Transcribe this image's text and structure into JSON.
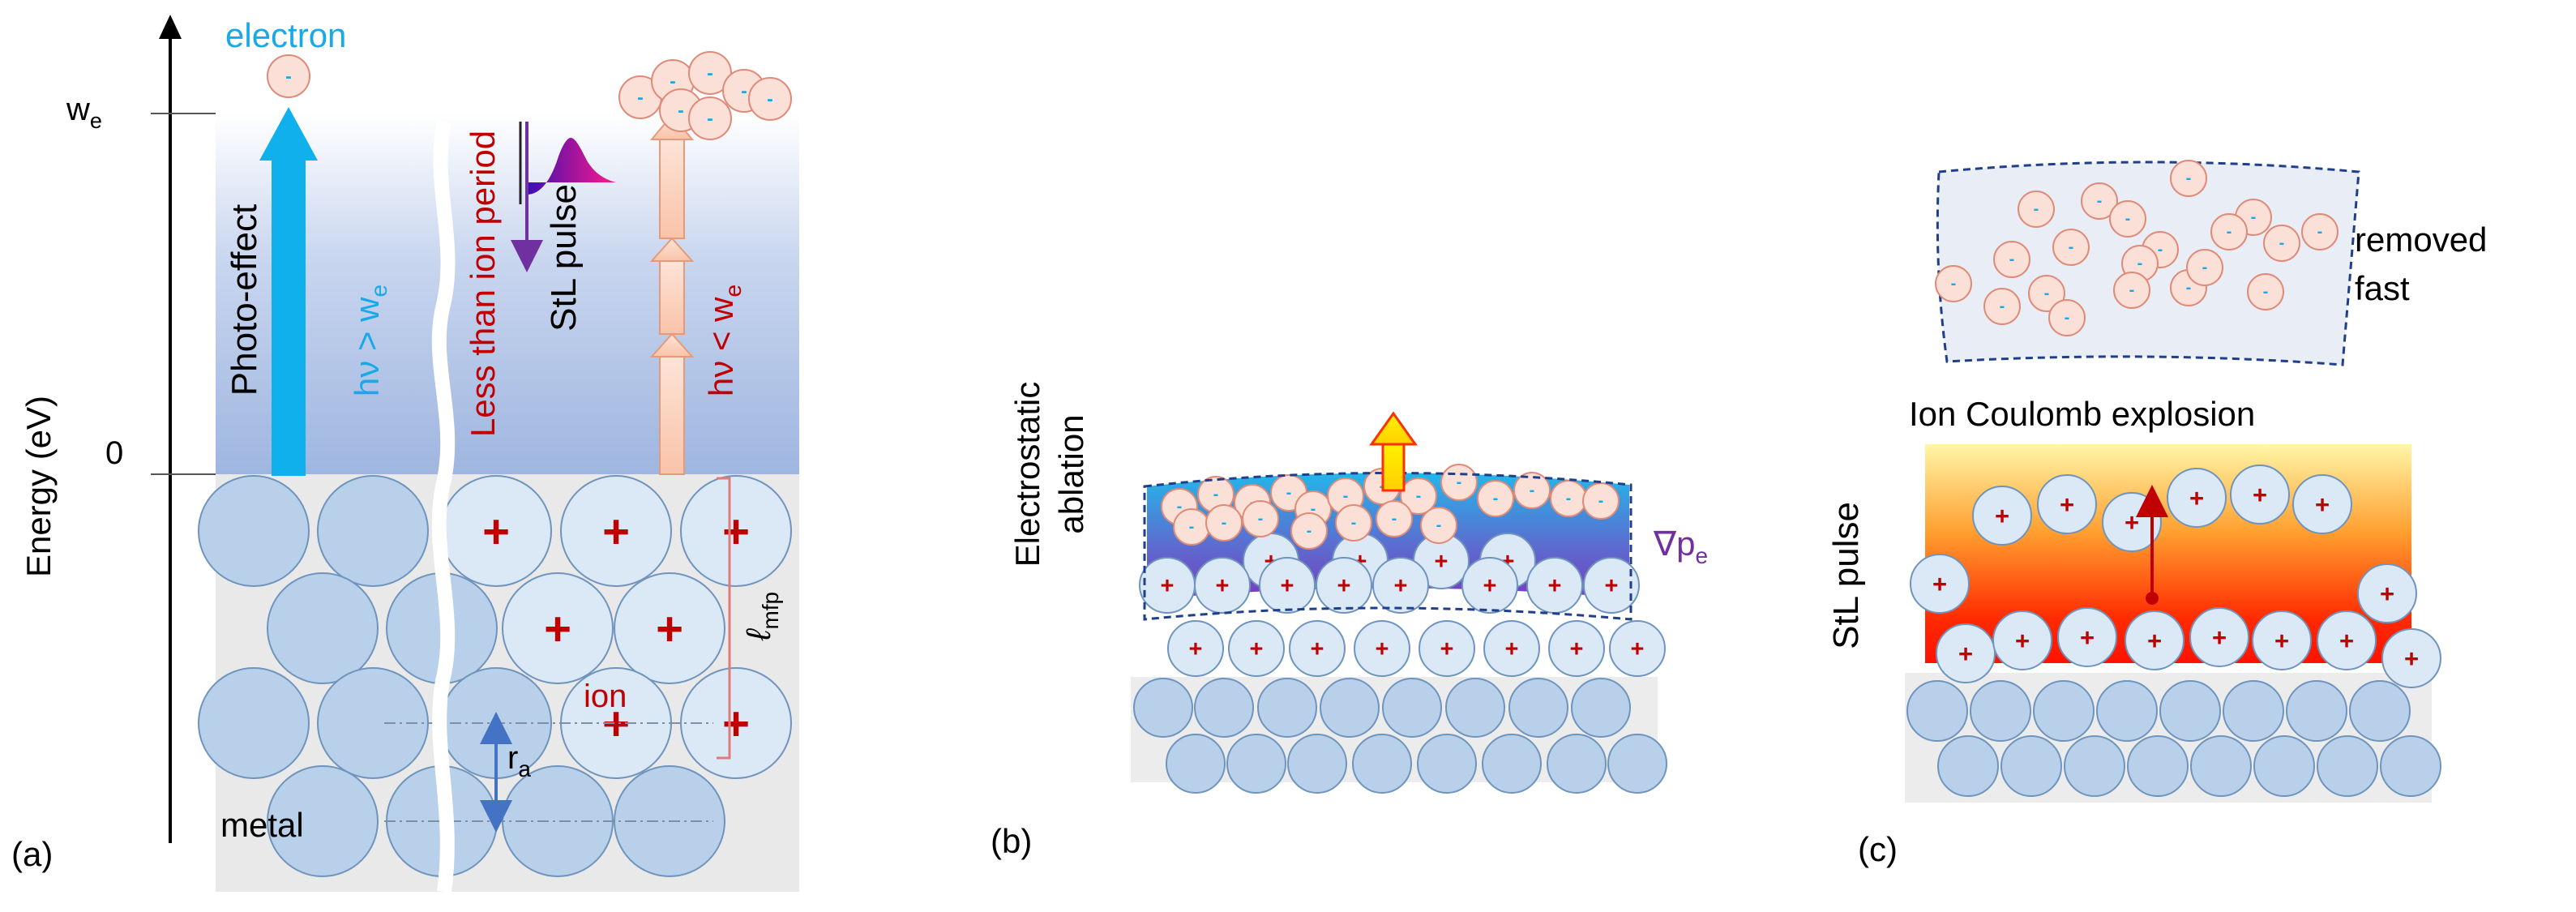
{
  "panel_a": {
    "tag": "(a)",
    "axis_label": "Energy (eV)",
    "tick_we_base": "w",
    "tick_we_sub": "e",
    "tick_zero": "0",
    "electron_label": "electron",
    "photo_effect": "Photo-effect",
    "hv_gt_we": "hν > w",
    "hv_lt_we": "hν < w",
    "sub_e": "e",
    "less_than_ion_period": "Less than ion period",
    "stl_pulse": "StL pulse",
    "ion_label": "ion",
    "r_base": "r",
    "r_sub": "a",
    "lmfp_base": "ℓ",
    "lmfp_sub": "mfp",
    "metal_label": "metal"
  },
  "panel_b": {
    "tag": "(b)",
    "side_label_line1": "Electrostatic",
    "side_label_line2": "ablation",
    "grad_label_base": "∇p",
    "grad_label_sub": "e"
  },
  "panel_c": {
    "tag": "(c)",
    "removed_line1": "removed",
    "removed_line2": "fast",
    "coulomb_label": "Ion Coulomb explosion",
    "side_label": "StL pulse"
  },
  "symbols": {
    "plus": "+",
    "minus": "-"
  },
  "colors": {
    "atom_fill": "#b9d0ea",
    "atom_stroke": "#6f94bd",
    "electron_fill": "#fbe0d8",
    "electron_stroke": "#e08a78",
    "electron_blue": "#1aa9e8",
    "ion_red": "#c00000",
    "violet": "#7030a0"
  }
}
